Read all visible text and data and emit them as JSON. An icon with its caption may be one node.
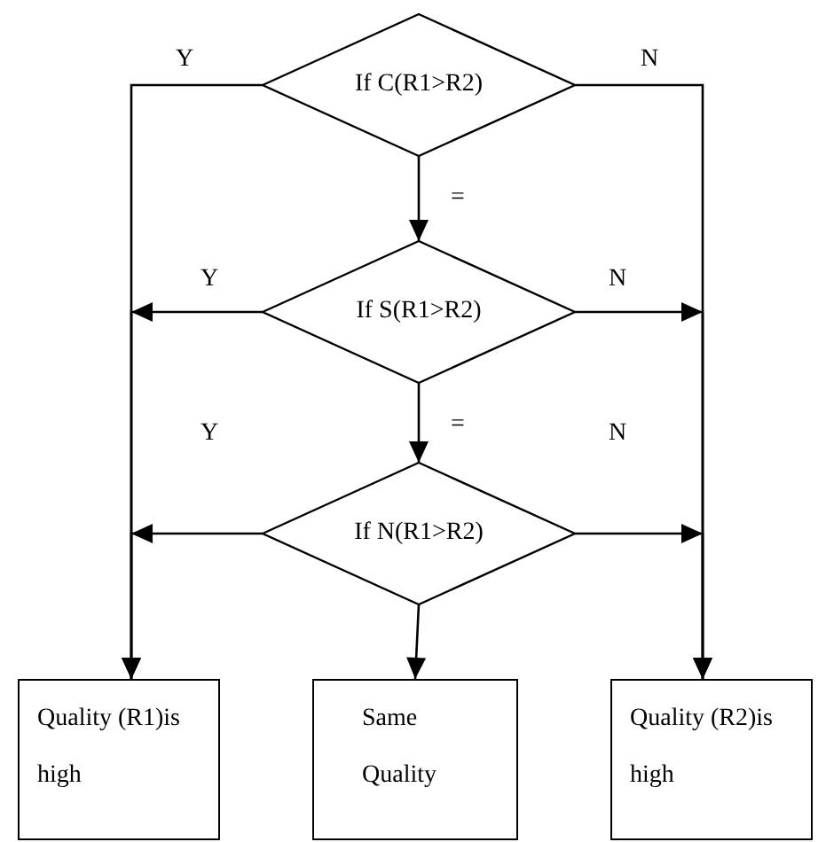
{
  "diagram": {
    "nodes": [
      {
        "text": [
          "If C(R1>R2)"
        ]
      },
      {
        "text": [
          "If S(R1>R2)"
        ]
      },
      {
        "text": [
          "If N(R1>R2)"
        ]
      },
      {
        "text": [
          "Quality (R1)is high"
        ]
      },
      {
        "text": [
          "Same Quality"
        ]
      },
      {
        "text": [
          "Quality (R2)is high"
        ]
      }
    ],
    "edges": [
      {
        "from": 0,
        "to": 3,
        "arrow": "to",
        "label": "Y"
      },
      {
        "from": 0,
        "to": 5,
        "arrow": "to",
        "label": "N"
      },
      {
        "from": 0,
        "to": 1,
        "arrow": "to",
        "label": "="
      },
      {
        "from": 1,
        "to": 3,
        "arrow": "to",
        "label": "Y"
      },
      {
        "from": 1,
        "to": 5,
        "arrow": "to",
        "label": "N"
      },
      {
        "from": 1,
        "to": 2,
        "arrow": "to",
        "label": "="
      },
      {
        "from": 2,
        "to": 3,
        "arrow": "to",
        "label": "Y"
      },
      {
        "from": 2,
        "to": 5,
        "arrow": "to",
        "label": "N"
      },
      {
        "from": 2,
        "to": 4,
        "arrow": "to"
      }
    ]
  }
}
